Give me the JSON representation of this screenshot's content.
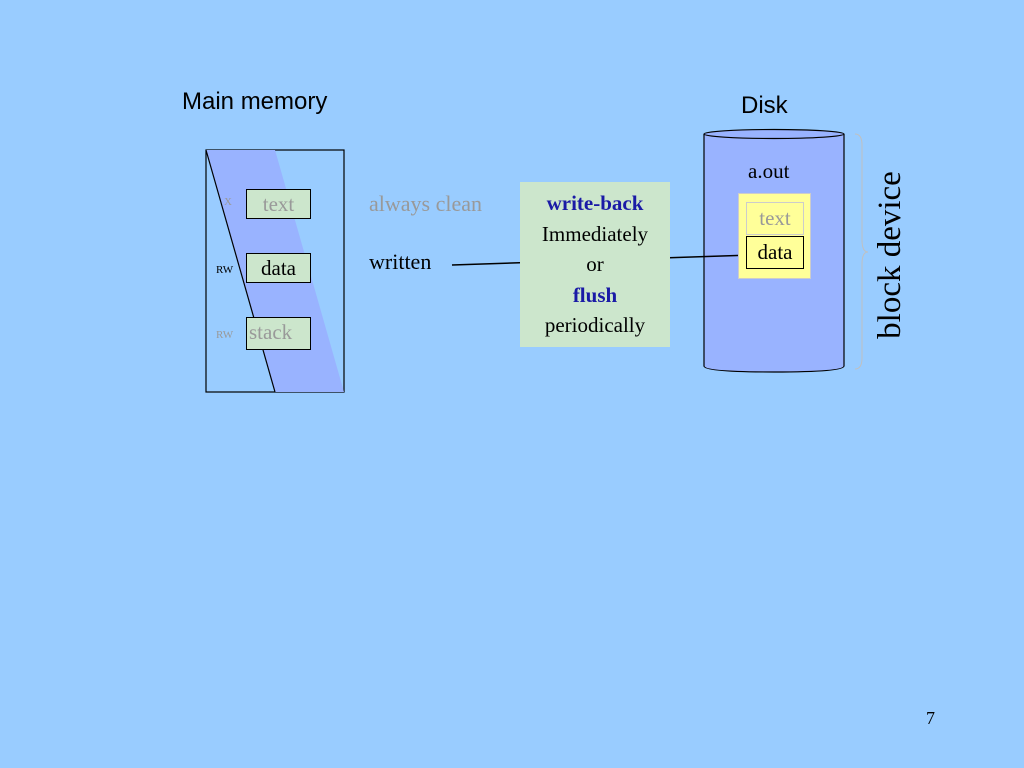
{
  "headings": {
    "memory": "Main memory",
    "disk": "Disk"
  },
  "memory": {
    "segments": [
      {
        "label": "text",
        "perm": "X"
      },
      {
        "label": "data",
        "perm": "RW"
      },
      {
        "label": "stack",
        "perm": "RW"
      }
    ]
  },
  "annotations": {
    "always_clean": "always clean",
    "written": "written"
  },
  "policy": {
    "line1": "write-back",
    "line2": "Immediately",
    "line3": "or",
    "line4": "flush",
    "line5": "periodically"
  },
  "disk": {
    "file_name": "a.out",
    "segments": [
      "text",
      "data"
    ],
    "side_label": "block device"
  },
  "page_number": "7",
  "colors": {
    "background": "#99ccff",
    "memory_fill": "#99b3ff",
    "segment_fill": "#cce6cc",
    "file_fill": "#ffff99",
    "keyword": "#1a1aa6",
    "muted": "#999999"
  }
}
